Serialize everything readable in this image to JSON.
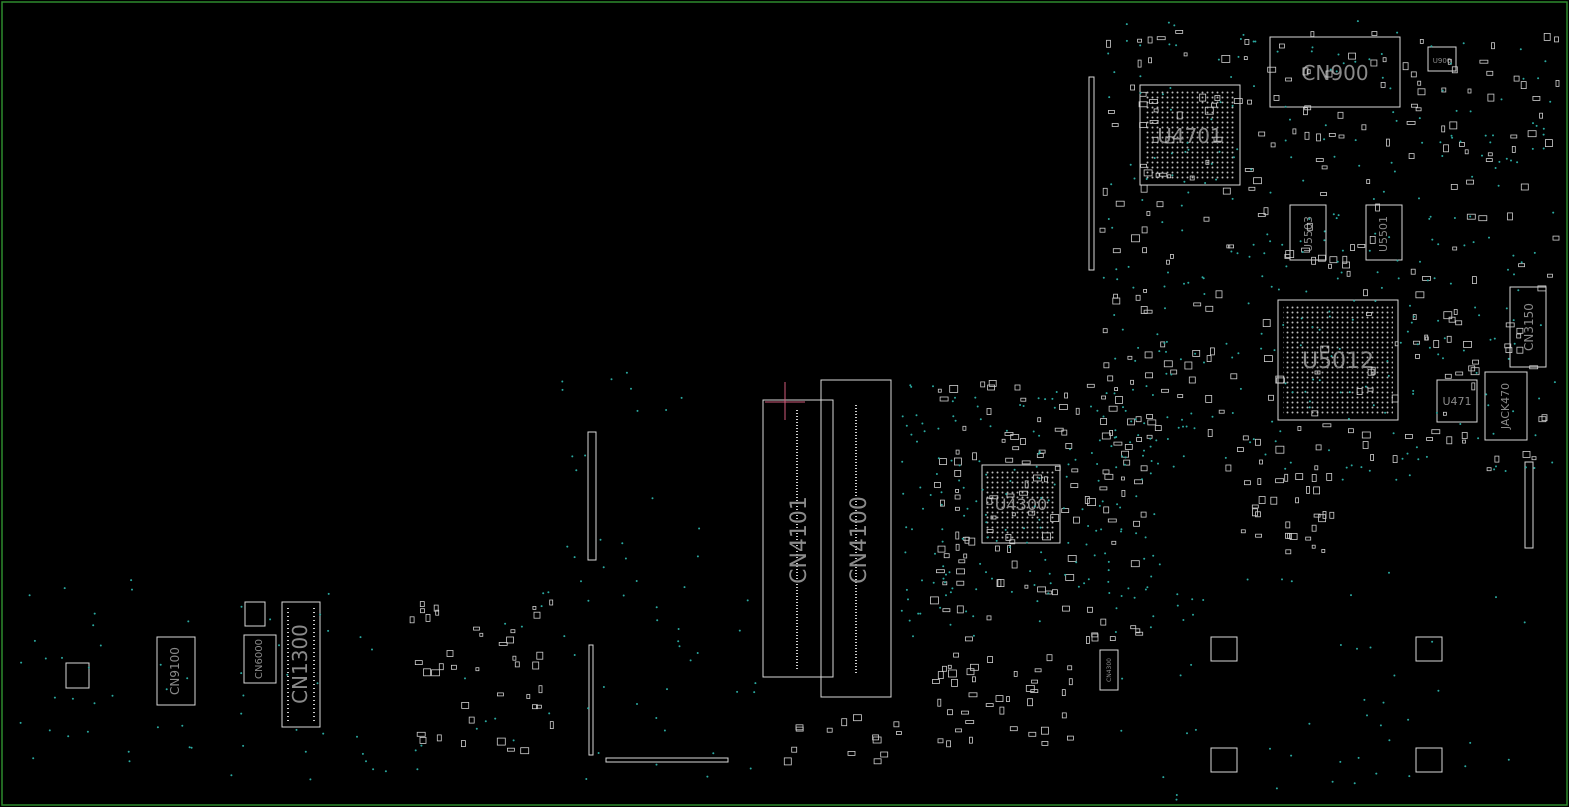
{
  "board": {
    "border_color": "#2e8b2e",
    "outline_color": "#d8d8d8",
    "via_color": "#2aa9a0",
    "label_color": "#8a8a8a",
    "background": "#000000"
  },
  "components": {
    "u4701": "U4701",
    "cn900": "CN900",
    "u5503": "U5503",
    "u5501": "U5501",
    "u5012": "U5012",
    "cn3150": "CN3150",
    "u471": "U471",
    "jack470": "JACK470",
    "u4300": "U4300",
    "cn4101": "CN4101",
    "cn4100": "CN4100",
    "cn9100": "CN9100",
    "cn6000": "CN6000",
    "cn1300": "CN1300",
    "cn4300": "CN4300",
    "u900": "U900"
  }
}
